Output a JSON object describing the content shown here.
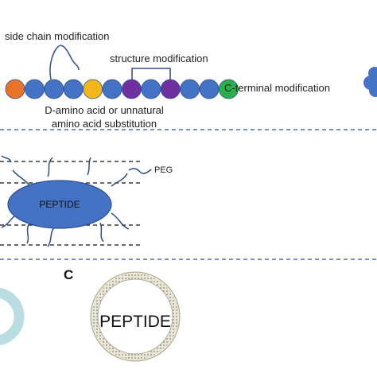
{
  "labels": {
    "side_chain": "side chain modification",
    "structure": "structure modification",
    "c_terminal": "C-terminal modification",
    "substitution_line1": "D-amino acid or unnatural",
    "substitution_line2": "amino acid substitution",
    "peg": "PEG",
    "peptide_peg": "PEPTIDE",
    "panel_c": "C",
    "peptide_liposome": "PEPTIDE"
  },
  "chain": {
    "bead_colors": [
      "#E8742A",
      "#4472C4",
      "#4472C4",
      "#4472C4",
      "#F2B71B",
      "#4472C4",
      "#7030A0",
      "#4472C4",
      "#7030A0",
      "#4472C4",
      "#4472C4",
      "#2DAE4C"
    ]
  },
  "colors": {
    "bead_blue": "#4472C4",
    "divider": "#4A6FA5",
    "liposome_rim": "#d8d2c0",
    "left_ring": "#b9dde0"
  }
}
